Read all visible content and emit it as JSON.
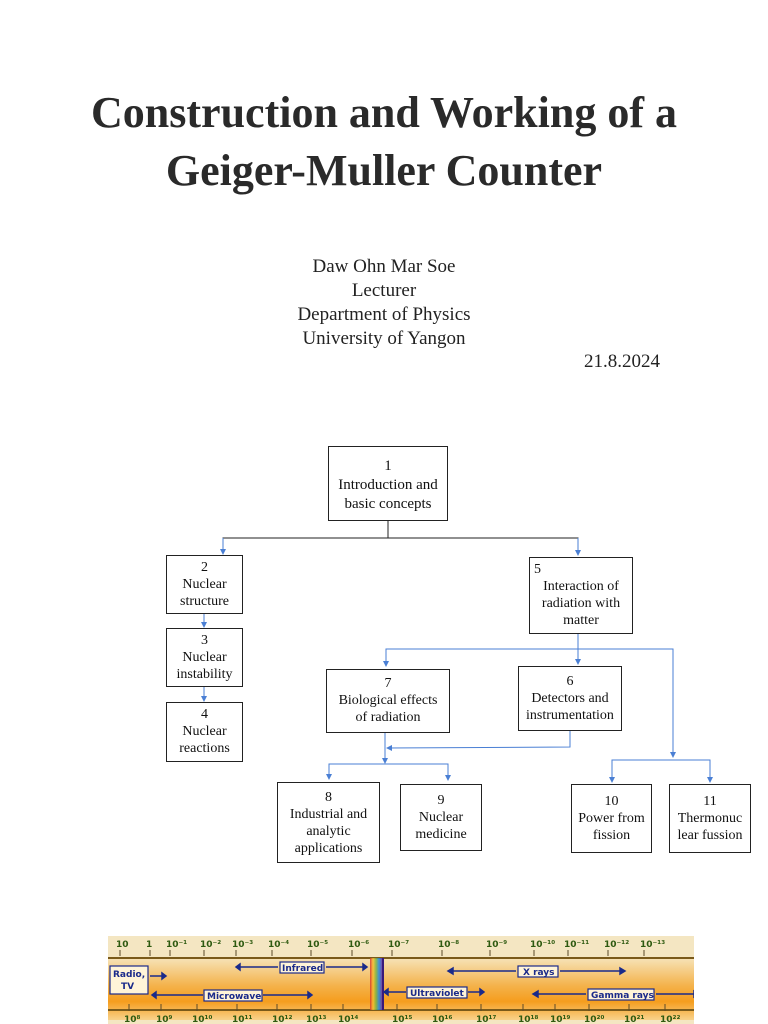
{
  "title": {
    "line1": "Construction and Working of a",
    "line2": "Geiger-Muller Counter"
  },
  "author": {
    "name": "Daw Ohn Mar Soe",
    "position": "Lecturer",
    "department": "Department of Physics",
    "university": "University of Yangon",
    "date": "21.8.2024"
  },
  "flowchart": {
    "boxes": [
      {
        "num": "1",
        "lines": [
          "Introduction and",
          "basic concepts"
        ]
      },
      {
        "num": "2",
        "lines": [
          "Nuclear",
          "structure"
        ]
      },
      {
        "num": "3",
        "lines": [
          "Nuclear",
          "instability"
        ]
      },
      {
        "num": "4",
        "lines": [
          "Nuclear",
          "reactions"
        ]
      },
      {
        "num": "5",
        "lines": [
          "Interaction of",
          "radiation with",
          "matter"
        ]
      },
      {
        "num": "6",
        "lines": [
          "Detectors and",
          "instrumentation"
        ]
      },
      {
        "num": "7",
        "lines": [
          "Biological effects",
          "of radiation"
        ]
      },
      {
        "num": "8",
        "lines": [
          "Industrial and",
          "analytic",
          "applications"
        ]
      },
      {
        "num": "9",
        "lines": [
          "Nuclear",
          "medicine"
        ]
      },
      {
        "num": "10",
        "lines": [
          "Power from",
          "fission"
        ]
      },
      {
        "num": "11",
        "lines": [
          "Thermonuc",
          "lear fussion"
        ]
      }
    ]
  },
  "spectrum": {
    "top_labels": [
      "10",
      "1",
      "10⁻¹",
      "10⁻²",
      "10⁻³",
      "10⁻⁴",
      "10⁻⁵",
      "10⁻⁶",
      "10⁻⁷",
      "10⁻⁸",
      "10⁻⁹",
      "10⁻¹⁰",
      "10⁻¹¹",
      "10⁻¹²",
      "10⁻¹³"
    ],
    "bottom_labels": [
      "10⁸",
      "10⁹",
      "10¹⁰",
      "10¹¹",
      "10¹²",
      "10¹³",
      "10¹⁴",
      "10¹⁵",
      "10¹⁶",
      "10¹⁷",
      "10¹⁸",
      "10¹⁹",
      "10²⁰",
      "10²¹",
      "10²²"
    ],
    "bands": {
      "radio": "Radio, TV",
      "infrared": "Infrared",
      "microwave": "Microwave",
      "ultraviolet": "Ultraviolet",
      "xrays": "X rays",
      "gamma": "Gamma rays"
    },
    "colors": {
      "band_top": "#f2d9a8",
      "band_mid": "#f5a623",
      "band_bottom": "#f7c66b",
      "arrow": "#1a2a8a",
      "label": "#1b5e20"
    }
  }
}
